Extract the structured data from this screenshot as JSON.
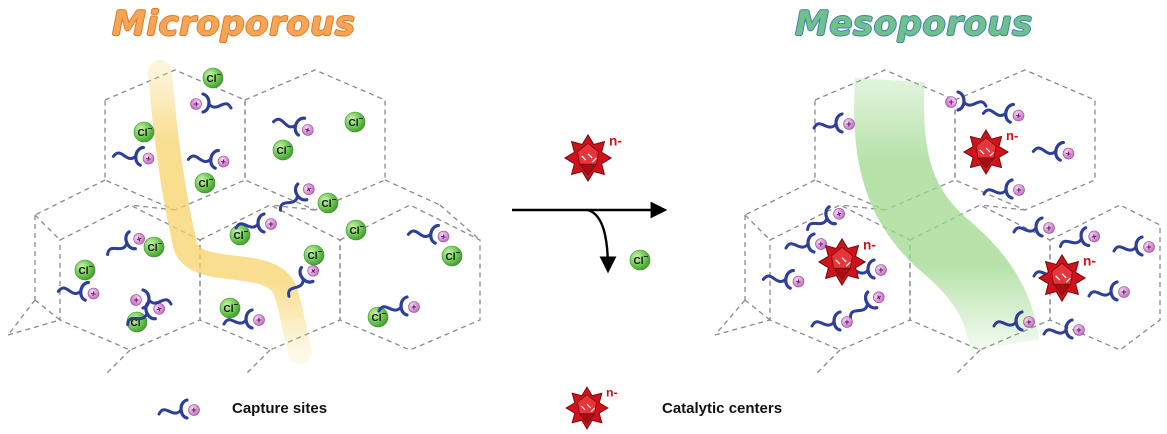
{
  "titles": {
    "left": "Microporous",
    "right": "Mesoporous"
  },
  "labels": {
    "chloride": "Cl",
    "chloride_charge": "−",
    "plus": "+",
    "catalyst_charge": "n-"
  },
  "legend": {
    "capture_sites": "Capture sites",
    "catalytic_centers": "Catalytic centers"
  },
  "colors": {
    "cage_line": "#8a8a8a",
    "ligand": "#2d3f9a",
    "plus_site": "#d98ed8",
    "chloride": "#6cc94f",
    "catalyst": "#d0121b",
    "micro_channel": "#f7d36b",
    "meso_channel": "#9fd98e",
    "title_micro": "#f6a455",
    "title_meso": "#6fc18a"
  }
}
